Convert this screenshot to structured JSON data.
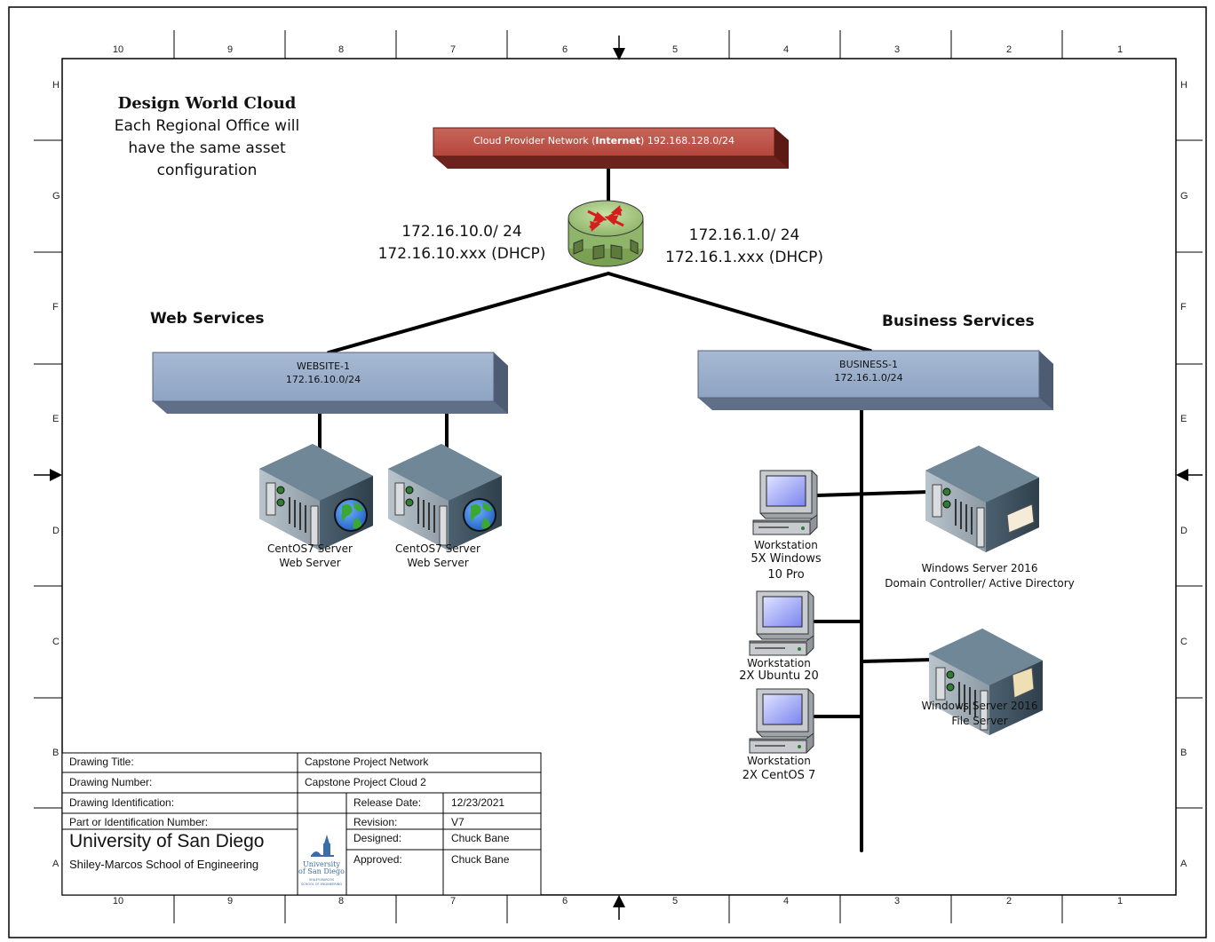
{
  "border": {
    "columns": [
      "10",
      "9",
      "8",
      "7",
      "6",
      "5",
      "4",
      "3",
      "2",
      "1"
    ],
    "rows": [
      "H",
      "G",
      "F",
      "E",
      "D",
      "C",
      "B",
      "A"
    ]
  },
  "header": {
    "title": "Design World Cloud",
    "subtitle_lines": [
      "Each Regional Office will",
      "have the same asset",
      "configuration"
    ]
  },
  "cloud": {
    "label_prefix": "Cloud Provider Network (",
    "label_bold": "Internet",
    "label_suffix": ") 192.168.128.0/24"
  },
  "router": {
    "left_lines": [
      "172.16.10.0/ 24",
      "172.16.10.xxx (DHCP)"
    ],
    "right_lines": [
      "172.16.1.0/ 24",
      "172.16.1.xxx (DHCP)"
    ]
  },
  "web": {
    "heading": "Web Services",
    "switch_lines": [
      "WEBSITE-1",
      "172.16.10.0/24"
    ],
    "servers": [
      {
        "line1": "CentOS7 Server",
        "line2": "Web Server"
      },
      {
        "line1": "CentOS7 Server",
        "line2": "Web Server"
      }
    ]
  },
  "business": {
    "heading": "Business Services",
    "switch_lines": [
      "BUSINESS-1",
      "172.16.1.0/24"
    ],
    "workstations": [
      {
        "lines": [
          "Workstation",
          "5X Windows",
          "10 Pro"
        ]
      },
      {
        "lines": [
          "Workstation",
          "2X Ubuntu 20"
        ]
      },
      {
        "lines": [
          "Workstation",
          "2X CentOS 7"
        ]
      }
    ],
    "servers": [
      {
        "line1": "Windows Server 2016",
        "line2": "Domain Controller/ Active Directory"
      },
      {
        "line1": "Windows Server 2016",
        "line2": "File Server"
      }
    ]
  },
  "title_block": {
    "drawing_title_label": "Drawing Title:",
    "drawing_title_value": "Capstone Project Network",
    "drawing_number_label": "Drawing Number:",
    "drawing_number_value": "Capstone Project Cloud 2",
    "drawing_id_label": "Drawing Identification:",
    "release_date_label": "Release Date:",
    "release_date_value": "12/23/2021",
    "part_label": "Part or Identification Number:",
    "revision_label": "Revision:",
    "revision_value": "V7",
    "designed_label": "Designed:",
    "designed_value": "Chuck Bane",
    "approved_label": "Approved:",
    "approved_value": "Chuck Bane",
    "university": "University of San Diego",
    "school": "Shiley-Marcos School of Engineering",
    "logo_text": "University of San Diego SHILEY-MARCOS SCHOOL OF ENGINEERING"
  },
  "colors": {
    "cloud_red": "#b4463c",
    "switch_blue": "#97abc9",
    "router_green": "#a9c98a"
  }
}
